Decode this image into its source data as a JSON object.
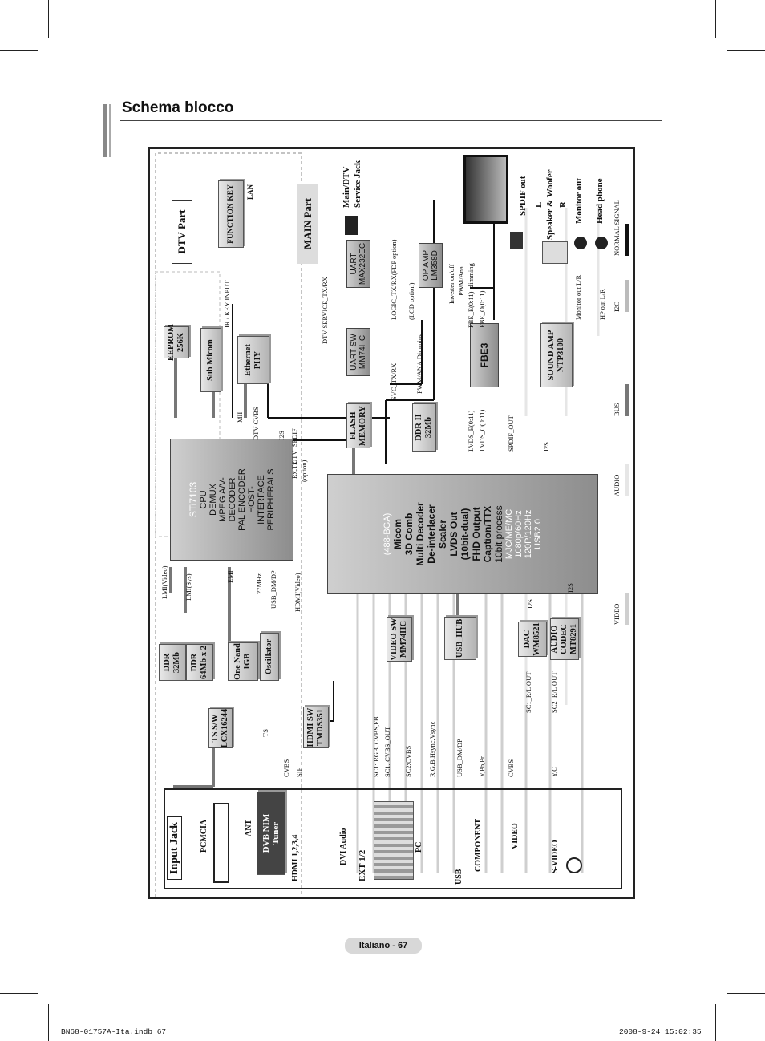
{
  "page": {
    "title": "Schema blocco",
    "page_label": "Italiano - 67",
    "file_name": "BN68-01757A-Ita.indb   67",
    "timestamp": "2008-9-24   15:02:35"
  },
  "diagram": {
    "sections": {
      "dtv_part": "DTV Part",
      "main_part": "MAIN Part",
      "input_jack": "Input Jack"
    },
    "blocks": {
      "sti": [
        "STi7103",
        "CPU",
        "DEMUX",
        "MPEG A/V-",
        "DECODER",
        "PAL ENCODER",
        "HOST-",
        "INTERFACE",
        "PERIPHERALS"
      ],
      "main_chip": [
        "Micom",
        "3D Comb",
        "Multi Decoder",
        "De-interlacer",
        "Scaler",
        "LVDS Out",
        "(10bit-dual)",
        "FHD Output",
        "Caption/TTX",
        "10bit process"
      ],
      "main_chip_faded": [
        "(488-BGA)",
        "MJC/ME/MC",
        "1080p/60Hz",
        "120P/120Hz",
        "USB2.0"
      ],
      "eeprom": [
        "EEPROM",
        "256K"
      ],
      "sub_micom": "Sub Micom",
      "ethernet": [
        "Ethernet",
        "PHY"
      ],
      "function_key": "FUNCTION KEY",
      "lan": "LAN",
      "ddr_dtv": [
        "DDR",
        "32Mb"
      ],
      "ddr_sys": [
        "DDR",
        "64Mb x 2"
      ],
      "nand": [
        "One Nand",
        "1GB"
      ],
      "oscillator": "Oscillator",
      "ts_sw": [
        "TS S/W",
        "LCX16244"
      ],
      "hdmi_sw": [
        "HDMI SW",
        "TMDS351"
      ],
      "video_sw": [
        "VIDEO SW",
        "MM74HC"
      ],
      "usb_hub": "USB_HUB",
      "dac": [
        "DAC",
        "WM8521"
      ],
      "audio_codec": [
        "AUDIO",
        "CODEC",
        "MT8291"
      ],
      "flash": [
        "FLASH",
        "MEMORY"
      ],
      "ddr_main": [
        "DDR  II",
        "32Mb"
      ],
      "uart_sw": [
        "UART SW",
        "MM74HC"
      ],
      "uart": [
        "UART",
        "MAX232EC"
      ],
      "op_amp": [
        "OP AMP",
        "LM358D"
      ],
      "fbe3": "FBE3",
      "sound_amp": [
        "SOUND AMP",
        "NTP3100"
      ]
    },
    "signals": {
      "lmi_video": "LMI(Video)",
      "lmi_sys": "LMI(Sys)",
      "emi": "EMI",
      "mhz": "27MHz",
      "usb_dm_dp": "USB_DM/DP",
      "hdmi_video": "HDMI(Video)",
      "mii": "MII",
      "dtv_cvbs": "DTV CVBS",
      "ir_key": "IR / KEY INPUT",
      "i2s": "I2S",
      "dtv_spdif": "DTV_SPDIF",
      "rx_tx": "Rx,Tx",
      "option": "(option)",
      "dtv_service": "DTV SERVICE_TX/RX",
      "svc": "SVC_TX/RX",
      "logic": "LOGIC_TX/RX(FDP option)",
      "lcd_option": "(LCD option)",
      "pwm_ana": "PWM/ANA Dimming",
      "inverter": "Inverter on/off",
      "pwm_ana2": "PWM/Ana",
      "dimming": "dimming",
      "lvds_e": "LVDS_E(0:11)",
      "lvds_o": "LVDS_O(0:11)",
      "fbe_e": "FBE_E(0:11)",
      "fbe_o": "FBE_O(0:11)",
      "spdif_out": "SPDIF_OUT",
      "i2s_a": "I2S",
      "i2s_b": "I2S",
      "i2s_c": "I2S",
      "ts": "TS",
      "cvbs": "CVBS",
      "sif": "SIF",
      "sc1_rgb": "SC1: RGB, CVBS,FB",
      "sc1_cvbs": "SC1: CVBS_OUT",
      "sc2_cvbs": "SC2:CVBS",
      "rgb_sync": "R,G,B,Hsync,Vsync",
      "usb_dmdp2": "USB_DM/DP",
      "ypbpr": "Y,Pb,Pr",
      "cvbs2": "CVBS",
      "yc": "Y,C",
      "sc1_rl": "SC1_R/L OUT",
      "sc2_rl": "SC2_R/L OUT",
      "monitor_out_lr": "Monitor out L/R",
      "hp_out": "HP out L/R"
    },
    "outputs": {
      "service_jack": [
        "Main/DTV",
        "Service Jack"
      ],
      "spdif_out": "SPDIF out",
      "speaker": [
        "L",
        "Speaker & Woofer",
        "R"
      ],
      "monitor_out": "Monitor out",
      "head_phone": "Head phone"
    },
    "inputs": {
      "pcmcia": "PCMCIA",
      "ant": "ANT",
      "tuner": [
        "DVB NIM",
        "Tuner"
      ],
      "hdmi": "HDMI 1,2,3,4",
      "dvi_audio": "DVI Audio",
      "ext": "EXT 1/2",
      "pc": "PC",
      "usb": "USB",
      "component": "COMPONENT",
      "video": "VIDEO",
      "svideo": "S-VIDEO"
    },
    "legend": [
      "VIDEO",
      "AUDIO",
      "BUS",
      "I2C",
      "NORMAL SIGNAL"
    ],
    "colors": {
      "video": "#cfcfcf",
      "audio": "#e6e6e6",
      "bus": "#777777",
      "i2c": "#bbbbbb",
      "normal": "#111111"
    }
  }
}
